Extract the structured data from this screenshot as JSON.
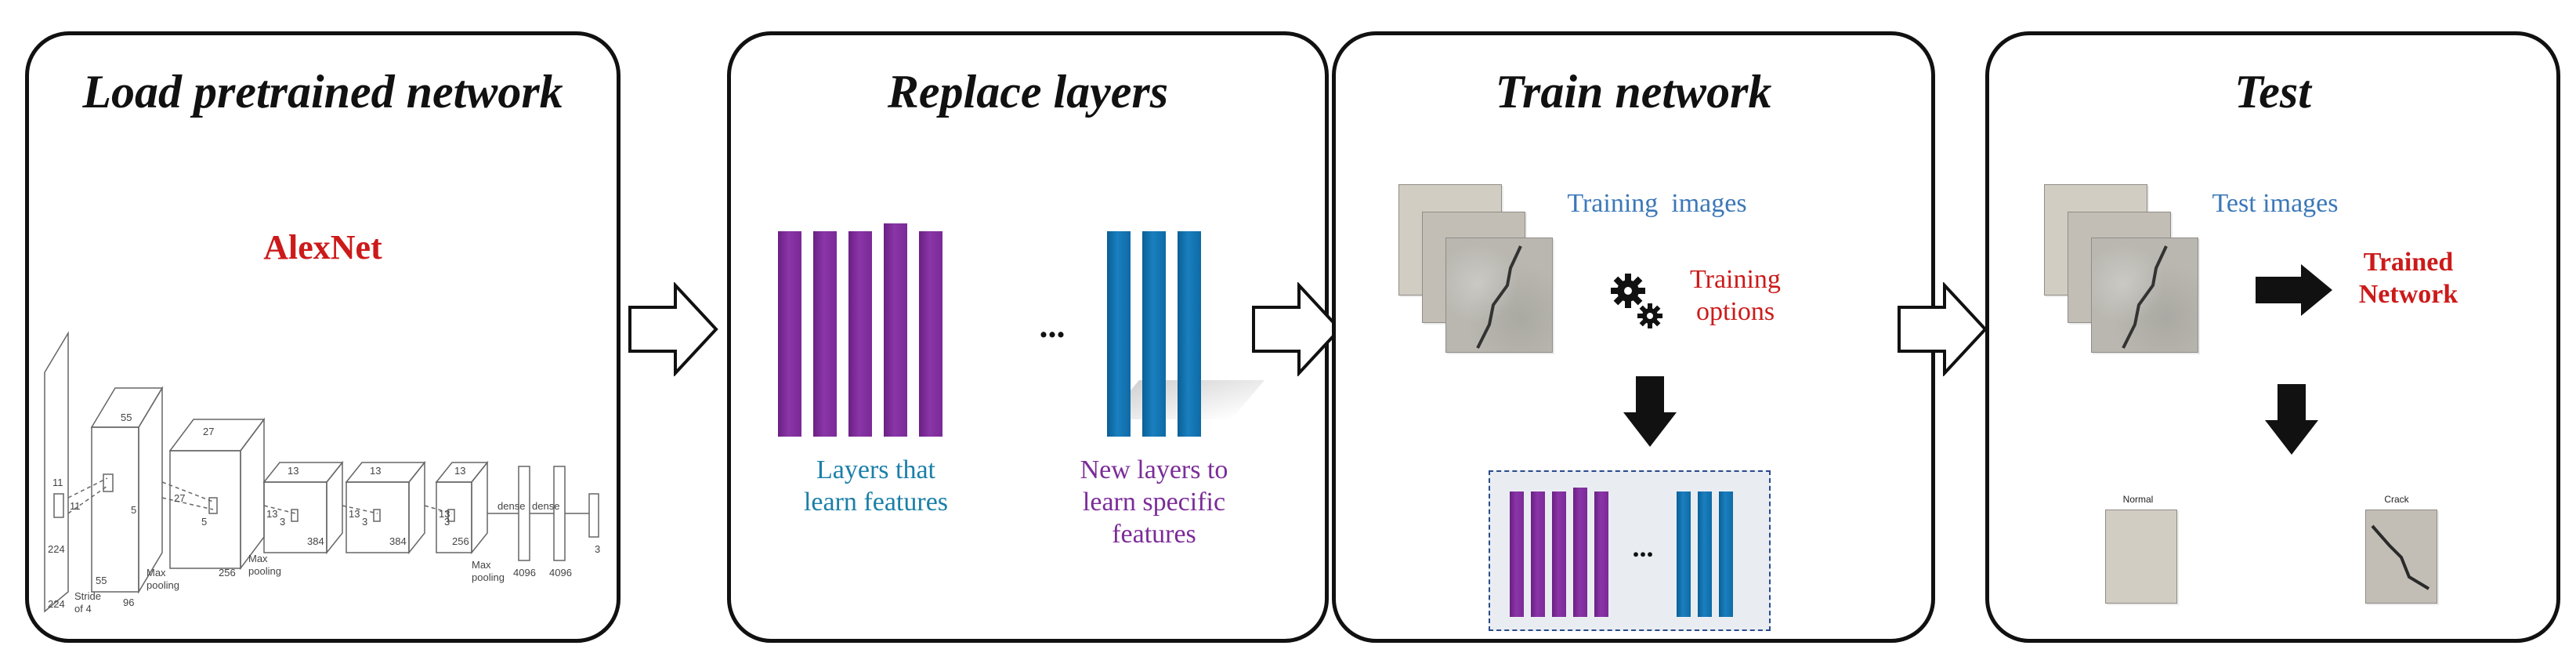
{
  "panels": [
    {
      "title": "Load pretrained network",
      "network_name": "AlexNet"
    },
    {
      "title": "Replace layers",
      "left_caption": "Layers that learn features",
      "ellipsis": "...",
      "right_caption": "New layers to learn specific features"
    },
    {
      "title": "Train network",
      "images_label": "Training  images",
      "options_label": "Training options",
      "ellipsis": "..."
    },
    {
      "title": "Test",
      "images_label": "Test images",
      "result_label": "Trained Network",
      "normal_label": "Normal",
      "crack_label": "Crack"
    }
  ],
  "alexnet_labels": {
    "input_224a": "224",
    "input_224b": "224",
    "k11": "11",
    "k11b": "11",
    "stride": "Stride",
    "of4": "of 4",
    "maxpool1": "Max",
    "maxpool1b": "pooling",
    "maxpool2": "Max",
    "maxpool2b": "pooling",
    "maxpool3": "Max",
    "maxpool3b": "pooling",
    "d55": "55",
    "d55b": "55",
    "d96": "96",
    "d27": "27",
    "d27b": "27",
    "d256": "256",
    "d13a": "13",
    "d13b": "13",
    "d13c": "13",
    "d13d": "13",
    "d13e": "13",
    "d13f": "13",
    "d384a": "384",
    "d384b": "384",
    "d256b": "256",
    "dense1": "dense",
    "dense2": "dense",
    "d4096a": "4096",
    "d4096b": "4096",
    "d3": "3",
    "d3b": "3",
    "d3c": "3",
    "d3d": "3",
    "d5": "5",
    "d5b": "5"
  },
  "colors": {
    "purple": "#7b2c98",
    "blue": "#1378b5",
    "red": "#cc1a1a",
    "label_blue": "#3b78b8",
    "text_purple": "#7b2c98",
    "text_teal": "#1a7fa8"
  }
}
